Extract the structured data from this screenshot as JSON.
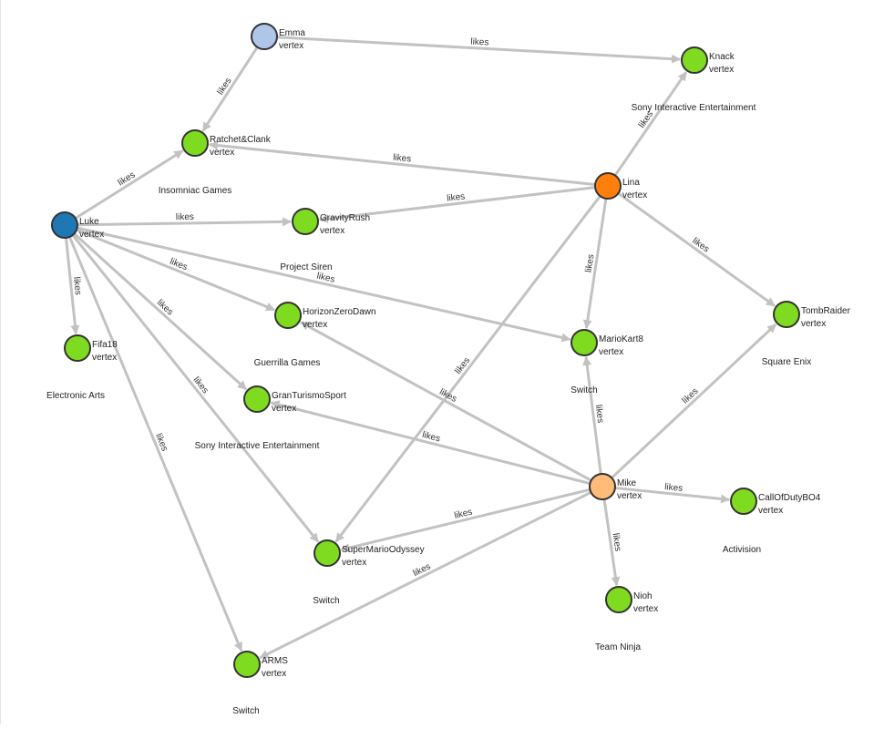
{
  "graph": {
    "nodes": [
      {
        "id": "emma",
        "name": "Emma",
        "type": "vertex",
        "color": "#aec7e8"
      },
      {
        "id": "knack",
        "name": "Knack",
        "type": "vertex",
        "color": "#7fdb1f",
        "caption": "Sony Interactive Entertainment"
      },
      {
        "id": "ratchet",
        "name": "Ratchet&Clank",
        "type": "vertex",
        "color": "#7fdb1f",
        "caption": "Insomniac Games"
      },
      {
        "id": "lina",
        "name": "Lina",
        "type": "vertex",
        "color": "#ff7f0e"
      },
      {
        "id": "luke",
        "name": "Luke",
        "type": "vertex",
        "color": "#1f77b4"
      },
      {
        "id": "gravity",
        "name": "GravityRush",
        "type": "vertex",
        "color": "#7fdb1f",
        "caption": "Project Siren"
      },
      {
        "id": "horizon",
        "name": "HorizonZeroDawn",
        "type": "vertex",
        "color": "#7fdb1f",
        "caption": "Guerrilla Games"
      },
      {
        "id": "fifa",
        "name": "Fifa18",
        "type": "vertex",
        "color": "#7fdb1f",
        "caption": "Electronic Arts"
      },
      {
        "id": "mariokart",
        "name": "MarioKart8",
        "type": "vertex",
        "color": "#7fdb1f",
        "caption": "Switch"
      },
      {
        "id": "tombraider",
        "name": "TombRaider",
        "type": "vertex",
        "color": "#7fdb1f",
        "caption": "Square Enix"
      },
      {
        "id": "granturismo",
        "name": "GranTurismoSport",
        "type": "vertex",
        "color": "#7fdb1f",
        "caption": "Sony Interactive Entertainment"
      },
      {
        "id": "mike",
        "name": "Mike",
        "type": "vertex",
        "color": "#ffbb78"
      },
      {
        "id": "callofduty",
        "name": "CallOfDutyBO4",
        "type": "vertex",
        "color": "#7fdb1f",
        "caption": "Activision"
      },
      {
        "id": "supermario",
        "name": "SuperMarioOdyssey",
        "type": "vertex",
        "color": "#7fdb1f",
        "caption": "Switch"
      },
      {
        "id": "nioh",
        "name": "Nioh",
        "type": "vertex",
        "color": "#7fdb1f",
        "caption": "Team Ninja"
      },
      {
        "id": "arms",
        "name": "ARMS",
        "type": "vertex",
        "color": "#7fdb1f",
        "caption": "Switch"
      }
    ],
    "edges": [
      {
        "from": "emma",
        "to": "knack",
        "label": "likes"
      },
      {
        "from": "emma",
        "to": "ratchet",
        "label": "likes"
      },
      {
        "from": "lina",
        "to": "ratchet",
        "label": "likes"
      },
      {
        "from": "lina",
        "to": "gravity",
        "label": "likes"
      },
      {
        "from": "lina",
        "to": "knack",
        "label": "likes"
      },
      {
        "from": "lina",
        "to": "mariokart",
        "label": "likes"
      },
      {
        "from": "lina",
        "to": "tombraider",
        "label": "likes"
      },
      {
        "from": "lina",
        "to": "supermario",
        "label": "likes"
      },
      {
        "from": "luke",
        "to": "ratchet",
        "label": "likes"
      },
      {
        "from": "luke",
        "to": "gravity",
        "label": "likes"
      },
      {
        "from": "luke",
        "to": "horizon",
        "label": "likes"
      },
      {
        "from": "luke",
        "to": "mariokart",
        "label": "likes"
      },
      {
        "from": "luke",
        "to": "fifa",
        "label": "likes"
      },
      {
        "from": "luke",
        "to": "granturismo",
        "label": "likes"
      },
      {
        "from": "luke",
        "to": "supermario",
        "label": "likes"
      },
      {
        "from": "luke",
        "to": "arms",
        "label": "likes"
      },
      {
        "from": "mike",
        "to": "horizon",
        "label": "likes"
      },
      {
        "from": "mike",
        "to": "granturismo",
        "label": "likes"
      },
      {
        "from": "mike",
        "to": "mariokart",
        "label": "likes"
      },
      {
        "from": "mike",
        "to": "tombraider",
        "label": "likes"
      },
      {
        "from": "mike",
        "to": "callofduty",
        "label": "likes"
      },
      {
        "from": "mike",
        "to": "supermario",
        "label": "likes"
      },
      {
        "from": "mike",
        "to": "nioh",
        "label": "likes"
      },
      {
        "from": "mike",
        "to": "arms",
        "label": "likes"
      }
    ]
  }
}
